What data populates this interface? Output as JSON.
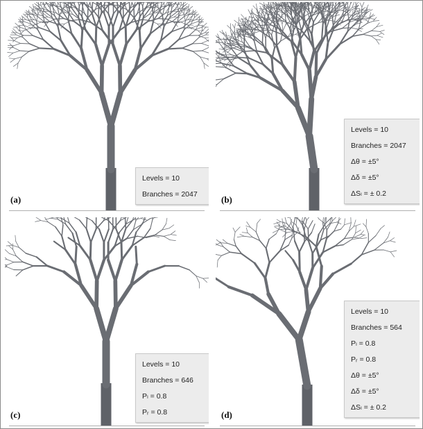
{
  "panels": [
    {
      "label": "(a)",
      "info": [
        "Levels = 10",
        "Branches = 2047"
      ]
    },
    {
      "label": "(b)",
      "info": [
        "Levels = 10",
        "Branches = 2047",
        "Δθ = ±5°",
        "Δδ = ±5°",
        "ΔSₗ = ± 0.2"
      ]
    },
    {
      "label": "(c)",
      "info": [
        "Levels = 10",
        "Branches = 646",
        "Pₗ = 0.8",
        "Pᵣ = 0.8"
      ]
    },
    {
      "label": "(d)",
      "info": [
        "Levels = 10",
        "Branches = 564",
        "Pₗ = 0.8",
        "Pᵣ = 0.8",
        "Δθ = ±5°",
        "Δδ = ±5°",
        "ΔSₗ = ± 0.2"
      ]
    }
  ],
  "colors": {
    "trunk": "#5f6268",
    "branch": "#6a6d73",
    "box_bg": "#ececec"
  }
}
